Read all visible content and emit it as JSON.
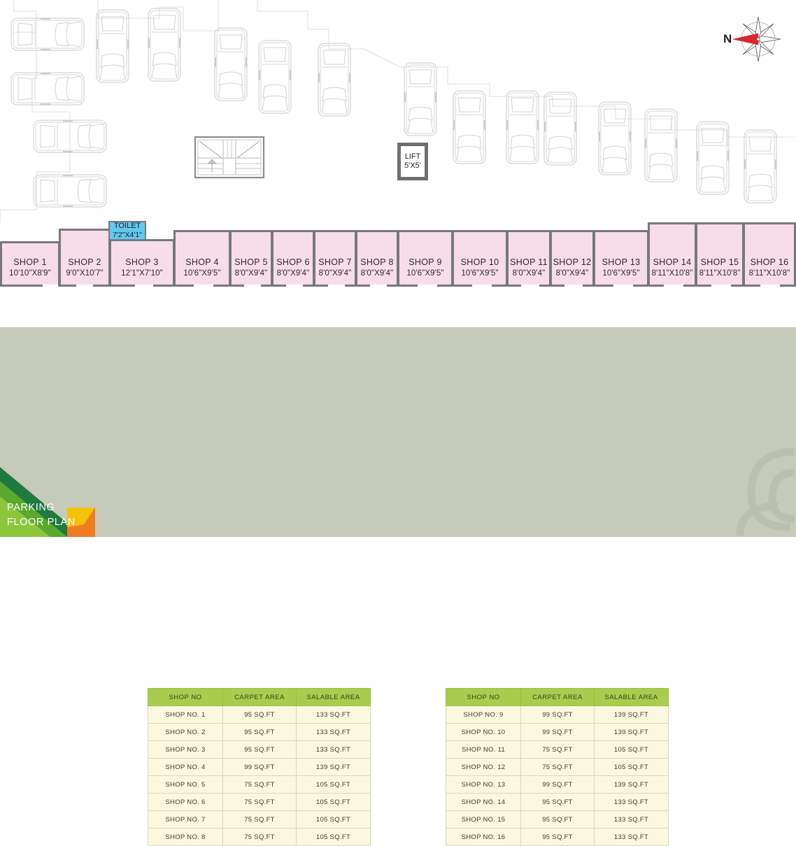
{
  "plan": {
    "title": "PARKING FLOOR PLAN",
    "title_line1": "PARKING",
    "title_line2": "FLOOR PLAN",
    "compass": {
      "north_label": "N",
      "icon": "compass-rose-icon"
    },
    "lift": {
      "label": "LIFT",
      "size": "5'X5'"
    },
    "toilet": {
      "label": "TOILET",
      "size": "7'2\"X4'1\""
    },
    "staircase": {
      "icon": "staircase-icon"
    },
    "colors": {
      "shop_fill": "#f7dde8",
      "shop_wall": "#78787c",
      "toilet_fill": "#63c7ef",
      "panel_bg": "#c6cab9",
      "table_header": "#a8cc4e",
      "table_cell": "#fbf9dd",
      "compass_needle": "#e0262c",
      "ribbon_green": "#1f7a3f",
      "ribbon_yellow": "#f5c20a",
      "ribbon_orange": "#f07c22"
    },
    "shops": [
      {
        "name": "SHOP 1",
        "dim": "10'10\"X8'9\""
      },
      {
        "name": "SHOP 2",
        "dim": "9'0\"X10'7\""
      },
      {
        "name": "SHOP 3",
        "dim": "12'1\"X7'10\""
      },
      {
        "name": "SHOP 4",
        "dim": "10'6\"X9'5\""
      },
      {
        "name": "SHOP 5",
        "dim": "8'0\"X9'4\""
      },
      {
        "name": "SHOP 6",
        "dim": "8'0\"X9'4\""
      },
      {
        "name": "SHOP 7",
        "dim": "8'0\"X9'4\""
      },
      {
        "name": "SHOP 8",
        "dim": "8'0\"X9'4\""
      },
      {
        "name": "SHOP 9",
        "dim": "10'6\"X9'5\""
      },
      {
        "name": "SHOP 10",
        "dim": "10'6\"X9'5\""
      },
      {
        "name": "SHOP 11",
        "dim": "8'0\"X9'4\""
      },
      {
        "name": "SHOP 12",
        "dim": "8'0\"X9'4\""
      },
      {
        "name": "SHOP 13",
        "dim": "10'6\"X9'5\""
      },
      {
        "name": "SHOP 14",
        "dim": "8'11\"X10'8\""
      },
      {
        "name": "SHOP 15",
        "dim": "8'11\"X10'8\""
      },
      {
        "name": "SHOP 16",
        "dim": "8'11\"X10'8\""
      }
    ]
  },
  "table_left": {
    "headers": [
      "SHOP NO",
      "CARPET AREA",
      "SALABLE AREA"
    ],
    "rows": [
      [
        "SHOP NO. 1",
        "95 SQ.FT",
        "133 SQ.FT"
      ],
      [
        "SHOP NO. 2",
        "95 SQ.FT",
        "133 SQ.FT"
      ],
      [
        "SHOP NO. 3",
        "95 SQ.FT",
        "133 SQ.FT"
      ],
      [
        "SHOP NO. 4",
        "99 SQ.FT",
        "139 SQ.FT"
      ],
      [
        "SHOP NO. 5",
        "75 SQ.FT",
        "105 SQ.FT"
      ],
      [
        "SHOP NO. 6",
        "75 SQ.FT",
        "105 SQ.FT"
      ],
      [
        "SHOP NO. 7",
        "75 SQ.FT",
        "105 SQ.FT"
      ],
      [
        "SHOP NO. 8",
        "75 SQ.FT",
        "105 SQ.FT"
      ]
    ]
  },
  "table_right": {
    "headers": [
      "SHOP NO",
      "CARPET AREA",
      "SALABLE AREA"
    ],
    "rows": [
      [
        "SHOP NO. 9",
        "99 SQ.FT",
        "139 SQ.FT"
      ],
      [
        "SHOP NO. 10",
        "99 SQ.FT",
        "139 SQ.FT"
      ],
      [
        "SHOP NO. 11",
        "75 SQ.FT",
        "105 SQ.FT"
      ],
      [
        "SHOP NO. 12",
        "75 SQ.FT",
        "105 SQ.FT"
      ],
      [
        "SHOP NO. 13",
        "99 SQ.FT",
        "139 SQ.FT"
      ],
      [
        "SHOP NO. 14",
        "95 SQ.FT",
        "133 SQ.FT"
      ],
      [
        "SHOP NO. 15",
        "95 SQ.FT",
        "133 SQ.FT"
      ],
      [
        "SHOP NO. 16",
        "95 SQ.FT",
        "133 SQ.FT"
      ]
    ]
  }
}
